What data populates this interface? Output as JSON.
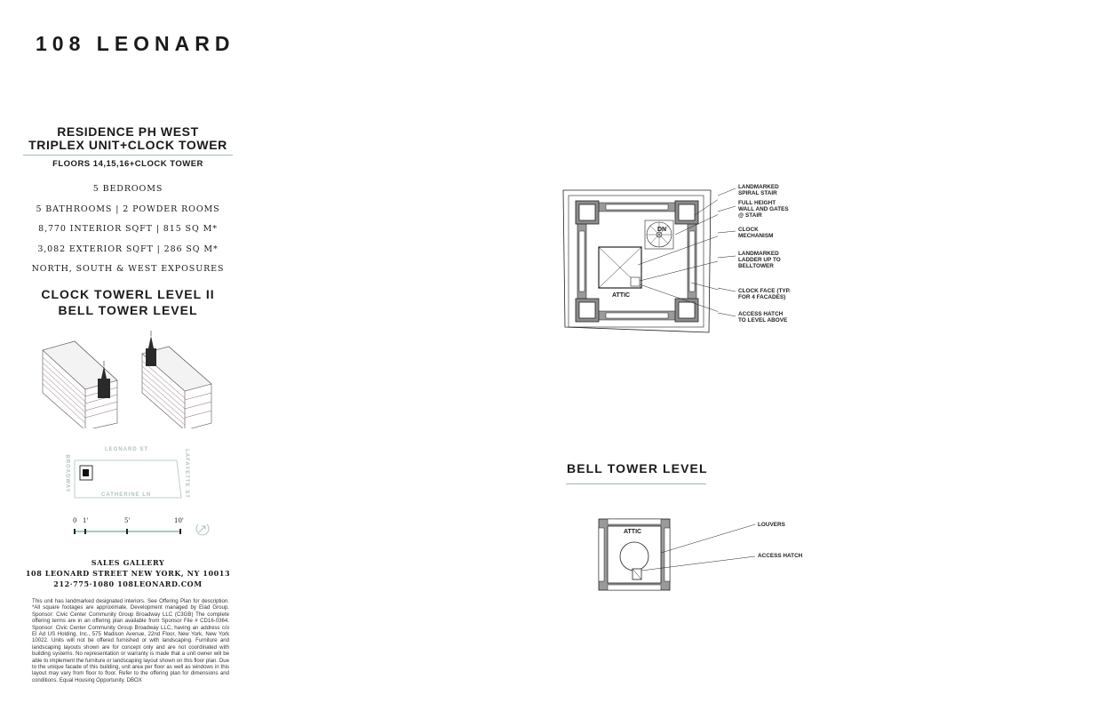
{
  "brand": "108 LEONARD",
  "residence": {
    "title_line1": "RESIDENCE PH WEST",
    "title_line2": "TRIPLEX UNIT+CLOCK TOWER",
    "floors": "FLOORS 14,15,16+CLOCK TOWER",
    "specs": [
      "5 BEDROOMS",
      "5 BATHROOMS | 2 POWDER ROOMS",
      "8,770 INTERIOR SQFT | 815 SQ M*",
      "3,082 EXTERIOR SQFT | 286 SQ M*",
      "NORTH, SOUTH & WEST EXPOSURES"
    ]
  },
  "level": {
    "line1": "CLOCK TOWERL LEVEL II",
    "line2": "BELL TOWER LEVEL"
  },
  "keyplan": {
    "street_top": "LEONARD ST",
    "street_bottom": "CATHERINE LN",
    "street_left": "BROADWAY",
    "street_right": "LAFAYETTE ST"
  },
  "scale": {
    "marks": [
      "0",
      "1'",
      "5'",
      "10'"
    ]
  },
  "sales": {
    "title": "SALES GALLERY",
    "address": "108 LEONARD STREET   NEW YORK, NY 10013",
    "contact": "212·775·1080  108LEONARD.COM"
  },
  "disclaimer": "This unit has landmarked designated interiors. See Offering Plan for description. *All square footages are approximate. Development managed by Elad Group. Sponsor: Civic Center Community Group Broadway LLC (C3GB) The complete offering terms are in an offering plan available from Sponsor File # CD16-0364. Sponsor: Civic Center Community Group Broadway LLC, having an address c/o El Ad US Holding, Inc., 575 Madison Avenue, 22nd Floor, New York, New York 10022. Units will not be offered furnished or with landscaping. Furniture and landscaping layouts shown are for concept only and are not coordinated with building systems. No representation or warranty is made that a unit owner will be able to implement the furniture or landscaping layout shown on this floor plan. Due to the unique facade of this building, unit area per floor as well as windows in this layout may vary from floor to floor. Refer to the offering plan for dimensions and conditions. Equal Housing Opportunity. DBOX",
  "clock_plan": {
    "room": "ATTIC",
    "stair": "DN",
    "callouts": [
      {
        "line1": "LANDMARKED",
        "line2": "SPIRAL STAIR",
        "line3": ""
      },
      {
        "line1": "FULL HEIGHT",
        "line2": "WALL AND GATES",
        "line3": "@ STAIR"
      },
      {
        "line1": "CLOCK",
        "line2": "MECHANISM",
        "line3": ""
      },
      {
        "line1": "LANDMARKED",
        "line2": "LADDER UP TO",
        "line3": "BELLTOWER"
      },
      {
        "line1": "CLOCK FACE (TYP.",
        "line2": "FOR 4 FACADES)",
        "line3": ""
      },
      {
        "line1": "ACCESS HATCH",
        "line2": "TO LEVEL ABOVE",
        "line3": ""
      }
    ]
  },
  "bell_tower": {
    "title": "BELL TOWER LEVEL",
    "room": "ATTIC",
    "callouts": [
      "LOUVERS",
      "ACCESS HATCH"
    ]
  },
  "colors": {
    "accent_rule": "#9fbfbd",
    "wall_fill": "#9a9a9a",
    "ink": "#1a1a1a"
  }
}
